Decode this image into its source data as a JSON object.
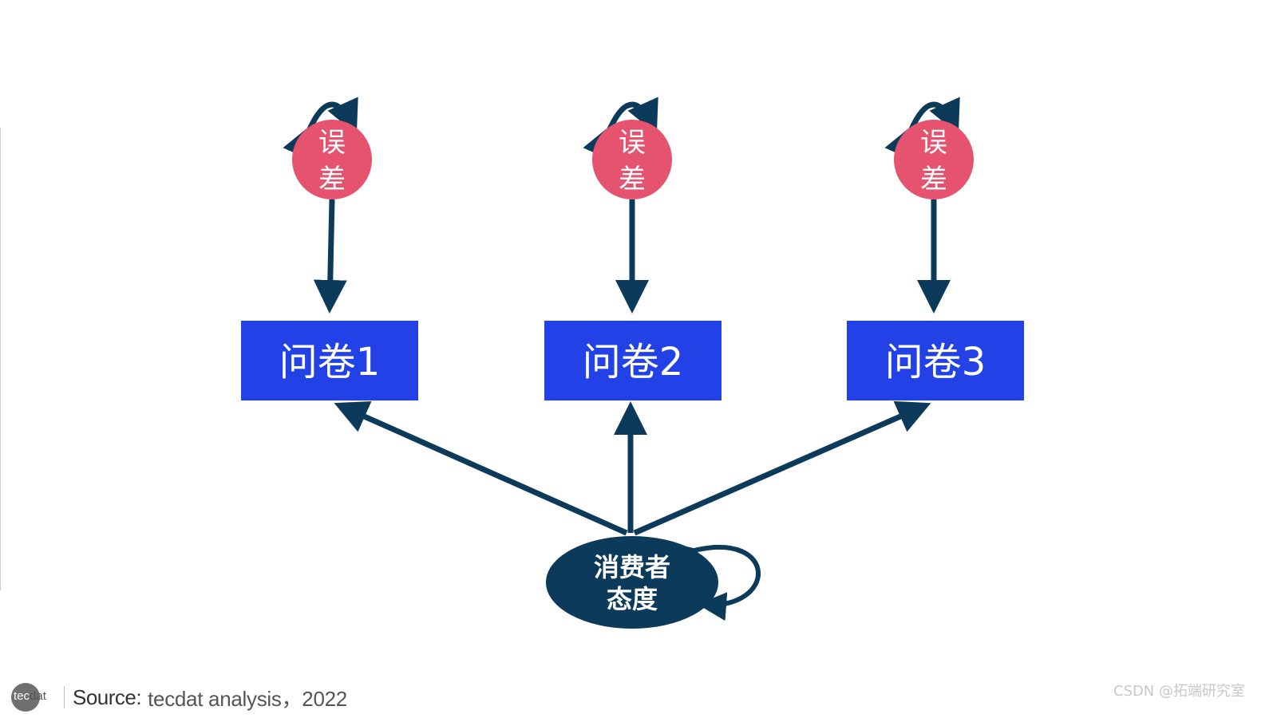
{
  "diagram": {
    "errors": [
      {
        "label": "误差"
      },
      {
        "label": "误差"
      },
      {
        "label": "误差"
      }
    ],
    "indicators": [
      {
        "label": "问卷1"
      },
      {
        "label": "问卷2"
      },
      {
        "label": "问卷3"
      }
    ],
    "latent": {
      "label_line1": "消费者",
      "label_line2": "态度"
    },
    "colors": {
      "error_fill": "#e6536f",
      "indicator_fill": "#2241e6",
      "latent_fill": "#0c3a5b",
      "arrow": "#0c3a5b"
    }
  },
  "footer": {
    "logo_main": "tec",
    "logo_tail": "dat",
    "source_label": "Source:",
    "source_text": "tecdat analysis，2022"
  },
  "watermark": {
    "text": "CSDN @拓端研究室"
  }
}
